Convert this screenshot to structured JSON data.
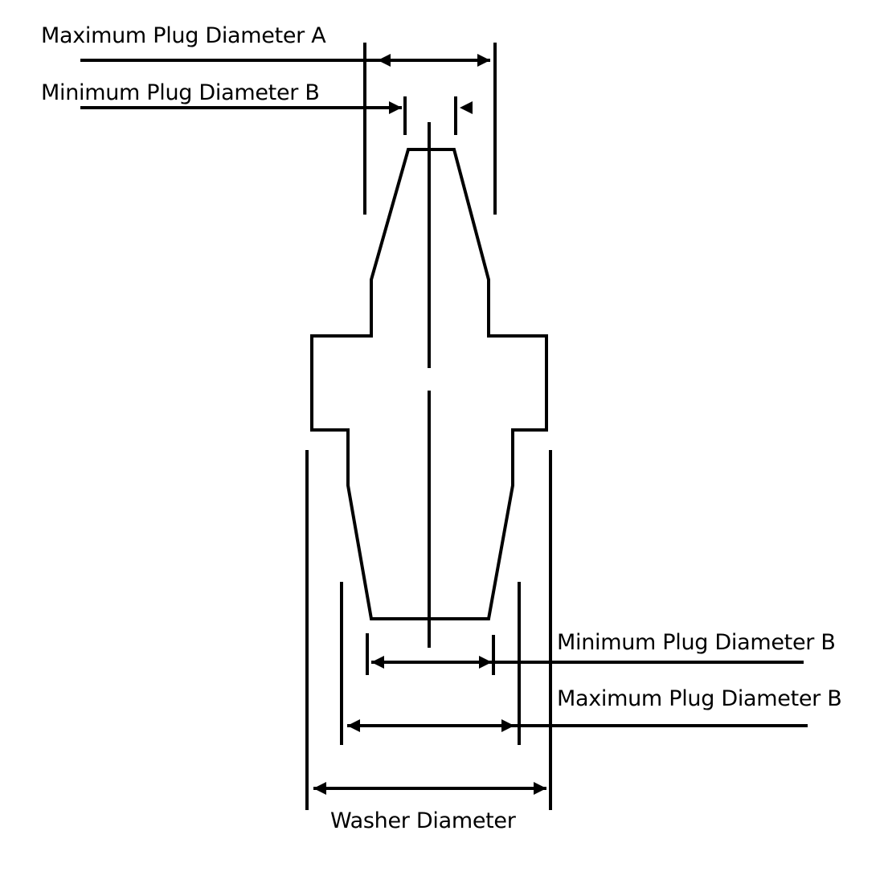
{
  "labels": {
    "top_max_a": "Maximum Plug Diameter A",
    "top_min_b": "Minimum Plug Diameter B",
    "bottom_min_b": "Minimum Plug Diameter B",
    "bottom_max_b": "Maximum Plug Diameter B",
    "washer": "Washer Diameter"
  },
  "colors": {
    "stroke": "#000000",
    "background": "#ffffff"
  }
}
